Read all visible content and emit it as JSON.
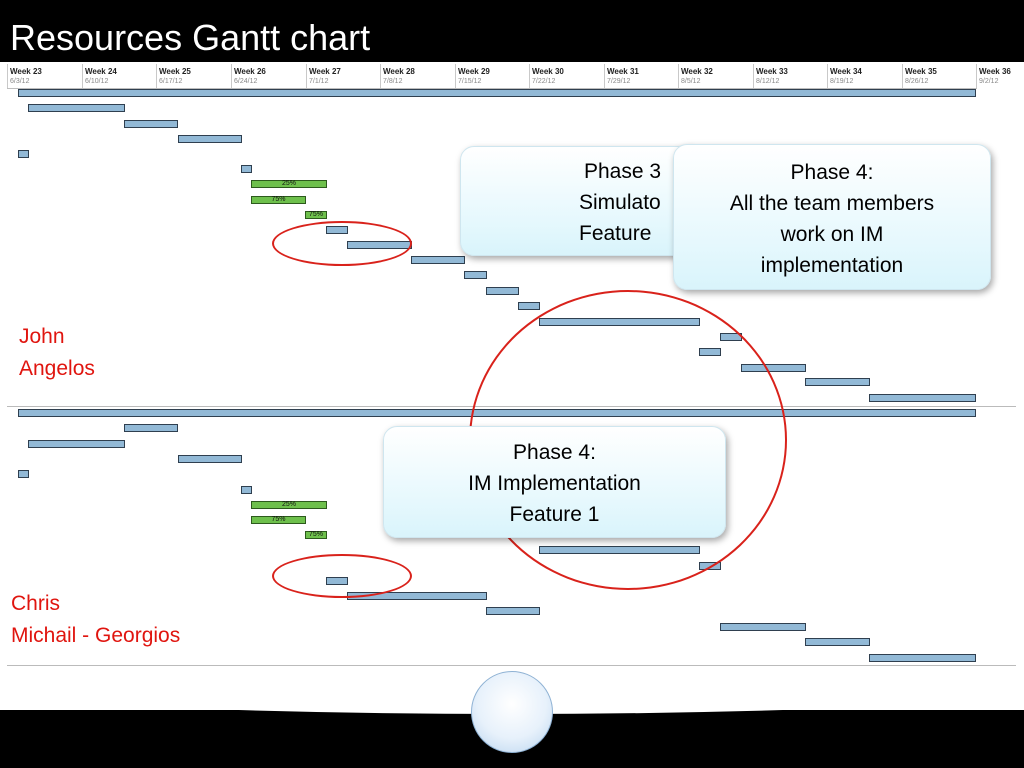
{
  "title": "Resources Gantt  chart",
  "timescale": [
    {
      "week": "Week 23",
      "date": "6/3/12"
    },
    {
      "week": "Week 24",
      "date": "6/10/12"
    },
    {
      "week": "Week 25",
      "date": "6/17/12"
    },
    {
      "week": "Week 26",
      "date": "6/24/12"
    },
    {
      "week": "Week 27",
      "date": "7/1/12"
    },
    {
      "week": "Week 28",
      "date": "7/8/12"
    },
    {
      "week": "Week 29",
      "date": "7/15/12"
    },
    {
      "week": "Week 30",
      "date": "7/22/12"
    },
    {
      "week": "Week 31",
      "date": "7/29/12"
    },
    {
      "week": "Week 32",
      "date": "8/5/12"
    },
    {
      "week": "Week 33",
      "date": "8/12/12"
    },
    {
      "week": "Week 34",
      "date": "8/19/12"
    },
    {
      "week": "Week 35",
      "date": "8/26/12"
    },
    {
      "week": "Week 36",
      "date": "9/2/12"
    }
  ],
  "resources": [
    {
      "name_line1": "John",
      "name_line2": "Angelos"
    },
    {
      "name_line1": "Chris",
      "name_line2": "Michail - Georgios"
    }
  ],
  "progress_labels": {
    "r1_a": "25%",
    "r1_b": "75%",
    "r1_c": "75%",
    "r2_a": "25%",
    "r2_b": "75%",
    "r2_c": "75%"
  },
  "callouts": {
    "phase3": {
      "line1": "Phase 3",
      "line2": "Simulato",
      "line3": "Feature"
    },
    "phase4_team": {
      "line1": "Phase 4:",
      "line2": "All the team members",
      "line3": "work on IM",
      "line4": "implementation"
    },
    "phase4_im": {
      "line1": "Phase 4:",
      "line2": "IM Implementation",
      "line3": "Feature 1"
    }
  },
  "colors": {
    "background": "#000000",
    "task_bar": "#92b9d6",
    "progress_bar": "#6ec04c",
    "highlight": "#d9221b",
    "resource_name": "#e0150f"
  }
}
